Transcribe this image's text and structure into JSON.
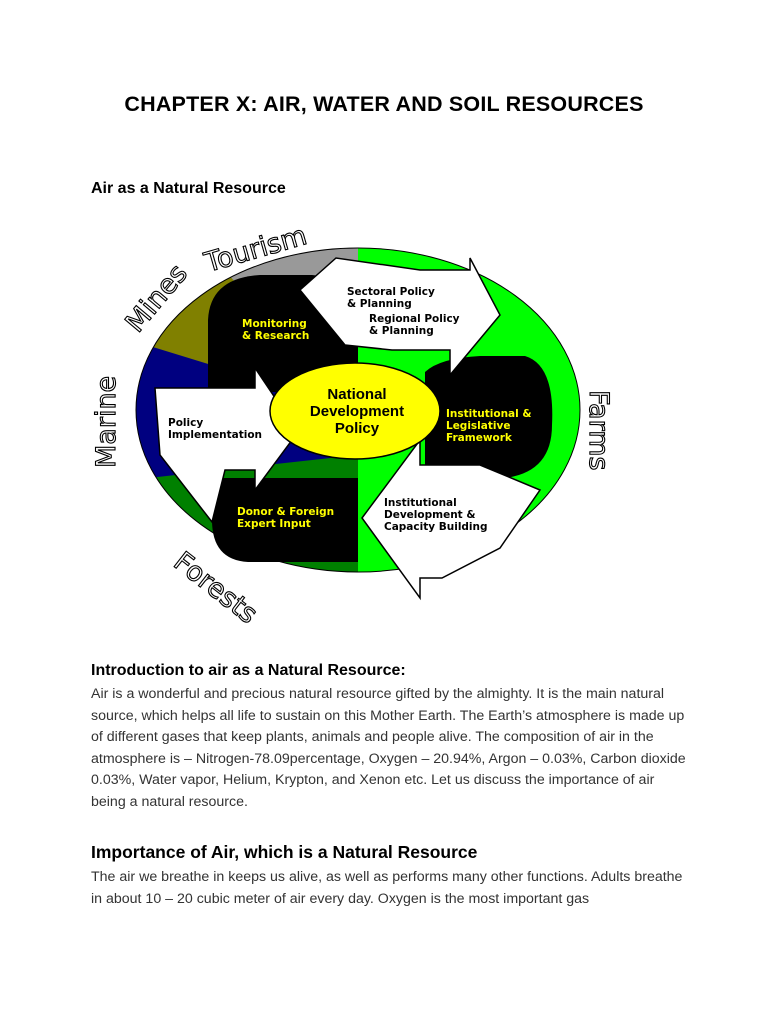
{
  "document": {
    "title": "CHAPTER X: AIR, WATER AND SOIL RESOURCES",
    "section_heading": "Air as a Natural Resource",
    "diagram": {
      "center": [
        "National",
        "Development",
        "Policy"
      ],
      "outer_labels": {
        "tourism": "Tourism",
        "mines": "Mines",
        "marine": "Marine",
        "farms": "Farms",
        "forests": "Forests"
      },
      "boxes": {
        "monitoring": [
          "Monitoring",
          "& Research"
        ],
        "institutional_legislative": [
          "Institutional &",
          "Legislative",
          "Framework"
        ],
        "donor": [
          "Donor & Foreign",
          "Expert Input"
        ]
      },
      "arrows": {
        "sectoral": [
          "Sectoral Policy",
          "& Planning"
        ],
        "regional": [
          "Regional Policy",
          "& Planning"
        ],
        "policy_impl": [
          "Policy",
          "Implementation"
        ],
        "institutional_dev": [
          "Institutional",
          "Development &",
          "Capacity Building"
        ]
      },
      "colors": {
        "bright_green": "#00ff00",
        "dark_green": "#008000",
        "navy": "#000080",
        "olive": "#808000",
        "gray": "#999999",
        "yellow": "#ffff00",
        "black": "#000000"
      }
    },
    "intro_heading": "Introduction to air as a Natural Resource:",
    "intro_paragraph": "Air is a wonderful and precious natural resource gifted by the almighty. It is the main natural source, which helps all life to sustain on this Mother Earth. The Earth’s atmosphere is made up of different gases that keep plants, animals and people alive. The composition of air in the atmosphere is – Nitrogen-78.09percentage, Oxygen – 20.94%, Argon – 0.03%, Carbon dioxide 0.03%, Water vapor, Helium, Krypton, and Xenon etc. Let us discuss the importance of air being a natural resource.",
    "importance_heading": "Importance of Air, which is a Natural Resource",
    "importance_paragraph": "The air we breathe in keeps us alive, as well as performs many other functions. Adults breathe in about 10 – 20 cubic meter of air every day. Oxygen is the most important gas"
  }
}
